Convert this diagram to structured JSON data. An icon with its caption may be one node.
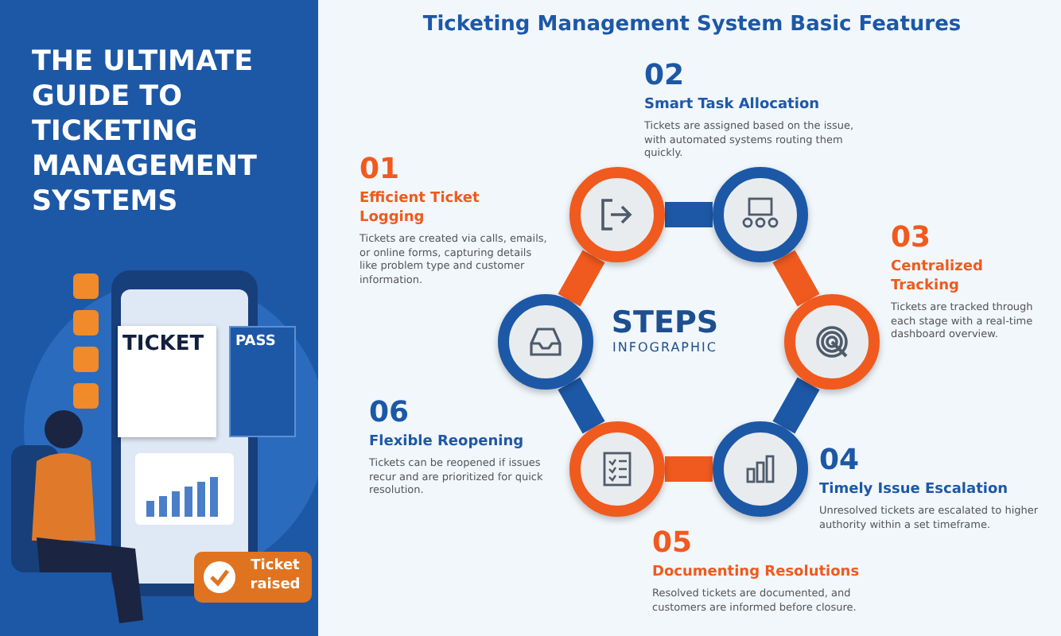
{
  "diagram": {
    "title": "THE ULTIMATE GUIDE TO TICKETING MANAGEMENT SYSTEMS",
    "nodes": [
      {
        "text": [
          "STEPS",
          "INFOGRAPHIC"
        ]
      },
      {
        "text": [],
        "shape": "circle",
        "beside": [
          "01",
          "Efficient Ticket Logging",
          "Tickets are created via calls, emails, or online forms, capturing details like problem type and customer information."
        ]
      },
      {
        "text": [],
        "shape": "circle",
        "beside": [
          "02",
          "Smart Task Allocation",
          "Tickets are assigned based on the issue, with automated systems routing them quickly."
        ]
      },
      {
        "text": [],
        "shape": "circle",
        "beside": [
          "03",
          "Centralized Tracking",
          "Tickets are tracked through each stage with a real-time dashboard overview."
        ]
      },
      {
        "text": [],
        "shape": "circle",
        "beside": [
          "04",
          "Timely Issue Escalation",
          "Unresolved tickets are escalated to higher authority within a set timeframe."
        ]
      },
      {
        "text": [],
        "shape": "circle",
        "beside": [
          "05",
          "Documenting Resolutions",
          "Resolved tickets are documented, and customers are informed before closure."
        ]
      },
      {
        "text": [],
        "shape": "circle",
        "beside": [
          "06",
          "Flexible Reopening",
          "Tickets can be reopened if issues recur and are prioritized for quick resolution."
        ]
      }
    ],
    "edges": [
      {
        "from": 1,
        "to": 2,
        "arrow": "none"
      },
      {
        "from": 2,
        "to": 3,
        "arrow": "none",
        "color": "#f05a1e"
      },
      {
        "from": 3,
        "to": 4,
        "arrow": "none"
      },
      {
        "from": 4,
        "to": 5,
        "arrow": "none",
        "color": "#f05a1e"
      },
      {
        "from": 5,
        "to": 6,
        "arrow": "none"
      },
      {
        "from": 6,
        "to": 1,
        "arrow": "none",
        "color": "#f05a1e"
      }
    ],
    "labels": [
      "Ticketing Management System Basic Features",
      "TICKET",
      "PASS",
      "Ticket raised"
    ]
  }
}
